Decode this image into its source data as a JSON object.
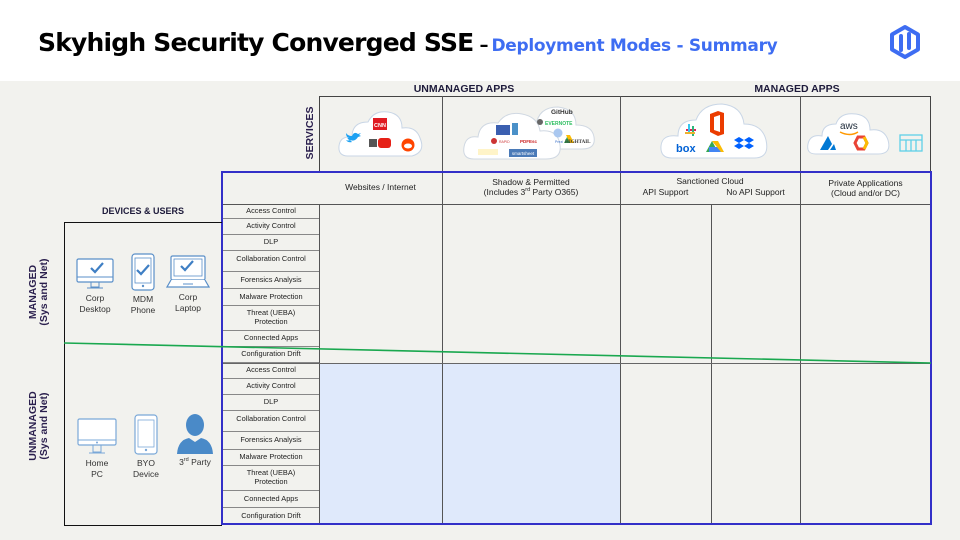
{
  "header": {
    "title_main": "Skyhigh Security Converged SSE",
    "title_separator": "–",
    "title_sub": "Deployment Modes - Summary",
    "logo_icon": "skyhigh-logo-icon",
    "brand_color": "#3e6df2"
  },
  "sections": {
    "unmanaged_apps": "UNMANAGED APPS",
    "managed_apps": "MANAGED APPS",
    "services": "SERVICES",
    "devices_users": "DEVICES & USERS",
    "managed_label_line1": "MANAGED",
    "managed_label_line2": "(Sys and Net)",
    "unmanaged_label_line1": "UNMANAGED",
    "unmanaged_label_line2": "(Sys and Net)"
  },
  "services_row": {
    "websites": {
      "icons": [
        "cnn-icon",
        "twitter-icon",
        "youtube-icon",
        "reddit-icon"
      ],
      "text": [
        "CNN",
        "YouTube"
      ]
    },
    "shadow": {
      "icons": [
        "github-icon",
        "evernote-icon",
        "google-drive-icon",
        "hightail-icon",
        "prezi-icon",
        "smartsheet-icon",
        "pdfescape-icon"
      ],
      "text": [
        "GitHub",
        "EVERNOTE",
        "HIGHTAIL",
        "Prezi",
        "smartsheet"
      ]
    },
    "sanctioned": {
      "icons": [
        "slack-icon",
        "office365-icon",
        "box-icon",
        "google-drive-icon",
        "dropbox-icon"
      ],
      "text": [
        "box"
      ]
    },
    "private": {
      "icons": [
        "aws-icon",
        "azure-icon",
        "google-cloud-icon",
        "datacenter-icon"
      ],
      "text": [
        "aws"
      ]
    }
  },
  "columns": {
    "websites": "Websites / Internet",
    "shadow_line1": "Shadow & Permitted",
    "shadow_line2_pre": "(Includes 3",
    "shadow_line2_sup": "rd",
    "shadow_line2_post": " Party O365)",
    "sanctioned": "Sanctioned Cloud",
    "api_support": "API Support",
    "no_api_support": "No API Support",
    "private_line1": "Private Applications",
    "private_line2": "(Cloud and/or DC)"
  },
  "features": [
    "Access Control",
    "Activity Control",
    "DLP",
    "Collaboration Control",
    "Forensics Analysis",
    "Malware Protection",
    "Threat (UEBA) Protection",
    "Connected Apps",
    "Configuration Drift"
  ],
  "managed_devices": [
    {
      "icon": "desktop-check-icon",
      "line1": "Corp",
      "line2": "Desktop"
    },
    {
      "icon": "phone-check-icon",
      "line1": "MDM",
      "line2": "Phone"
    },
    {
      "icon": "laptop-check-icon",
      "line1": "Corp",
      "line2": "Laptop"
    }
  ],
  "unmanaged_devices": [
    {
      "icon": "desktop-icon",
      "line1": "Home",
      "line2": "PC"
    },
    {
      "icon": "phone-icon",
      "line1": "BYO",
      "line2": "Device"
    },
    {
      "icon": "person-icon",
      "line1_pre": "3",
      "line1_sup": "rd",
      "line1_post": " Party"
    }
  ],
  "colors": {
    "frame_blue": "#3330c8",
    "divider_green": "#1aa84f",
    "highlight_fill": "#dfe9fb",
    "icon_blue": "#5a8fc8"
  }
}
